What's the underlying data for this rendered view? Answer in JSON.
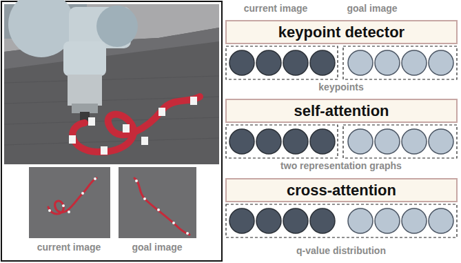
{
  "diagram": {
    "nodes": [
      {
        "text": [
          "keypoint detector"
        ]
      },
      {
        "text": [
          "self-attention"
        ]
      },
      {
        "text": [
          "cross-attention"
        ]
      }
    ],
    "labels": [
      "current image",
      "goal image",
      "current image",
      "goal image",
      "keypoints",
      "two representation graphs",
      "q-value distribution"
    ]
  }
}
